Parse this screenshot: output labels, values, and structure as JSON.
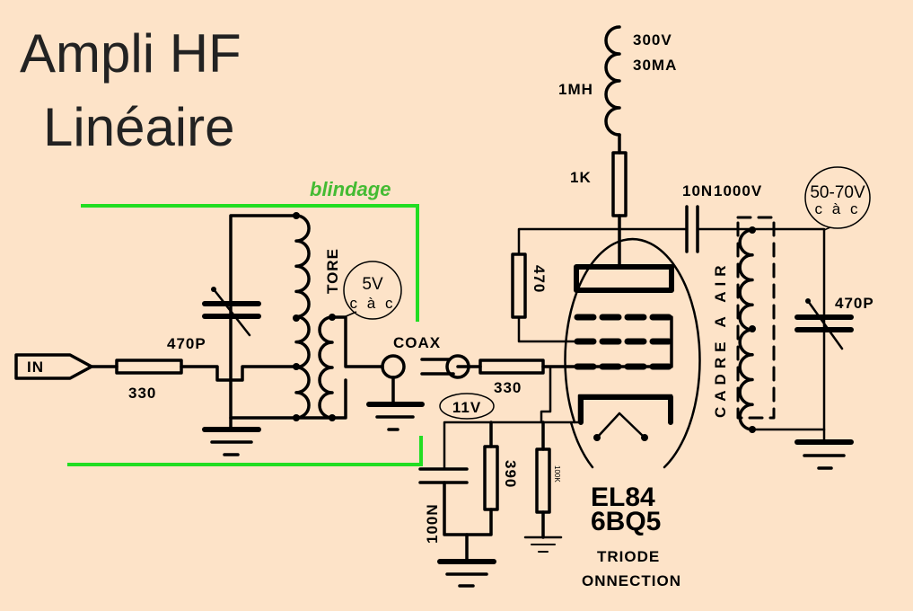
{
  "title": {
    "line1": "Ampli HF",
    "line2": "Linéaire"
  },
  "shield_label": "blindage",
  "input": {
    "label": "IN"
  },
  "components": {
    "r_in": "330",
    "c_in_var": "470P",
    "toroid": "TORE",
    "coax": "COAX",
    "r_grid": "330",
    "r_screen": "470",
    "r_cathode": "390",
    "r_grid_leak": "100K",
    "c_cathode": "100N",
    "choke": "1MH",
    "r_anode": "1K",
    "c_coupling": "10N",
    "c_coupling_voltage": "1000V",
    "tank_coil": "CADRE A AIR",
    "c_out_var": "470P"
  },
  "supply": {
    "voltage": "300V",
    "current": "30MA"
  },
  "measurements": {
    "input_rf": {
      "value": "5V",
      "unit": "c à c"
    },
    "cathode_bias": "11V",
    "output_rf": {
      "value": "50-70V",
      "unit": "c à c"
    }
  },
  "tube": {
    "type1": "EL84",
    "type2": "6BQ5",
    "mode1": "TRIODE",
    "mode2": "ONNECTION"
  },
  "colors": {
    "background": "#fde3c8",
    "shield": "#22dd22",
    "shield_label": "#44bb33"
  }
}
